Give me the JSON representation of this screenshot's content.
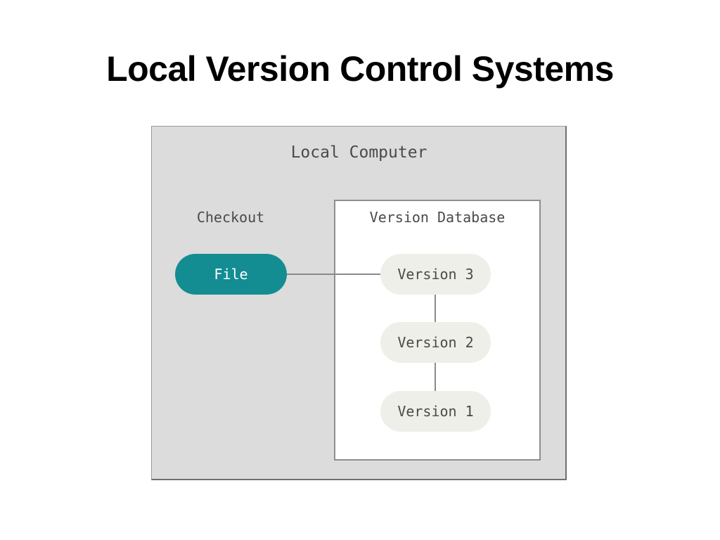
{
  "title": "Local Version Control Systems",
  "diagram": {
    "computer_label": "Local Computer",
    "checkout_label": "Checkout",
    "file_label": "File",
    "database_label": "Version Database",
    "versions": [
      "Version 3",
      "Version 2",
      "Version 1"
    ],
    "colors": {
      "file_node": "#138d92",
      "version_node": "#efefe9",
      "computer_background": "#dcdcdc",
      "database_background": "#ffffff"
    }
  }
}
